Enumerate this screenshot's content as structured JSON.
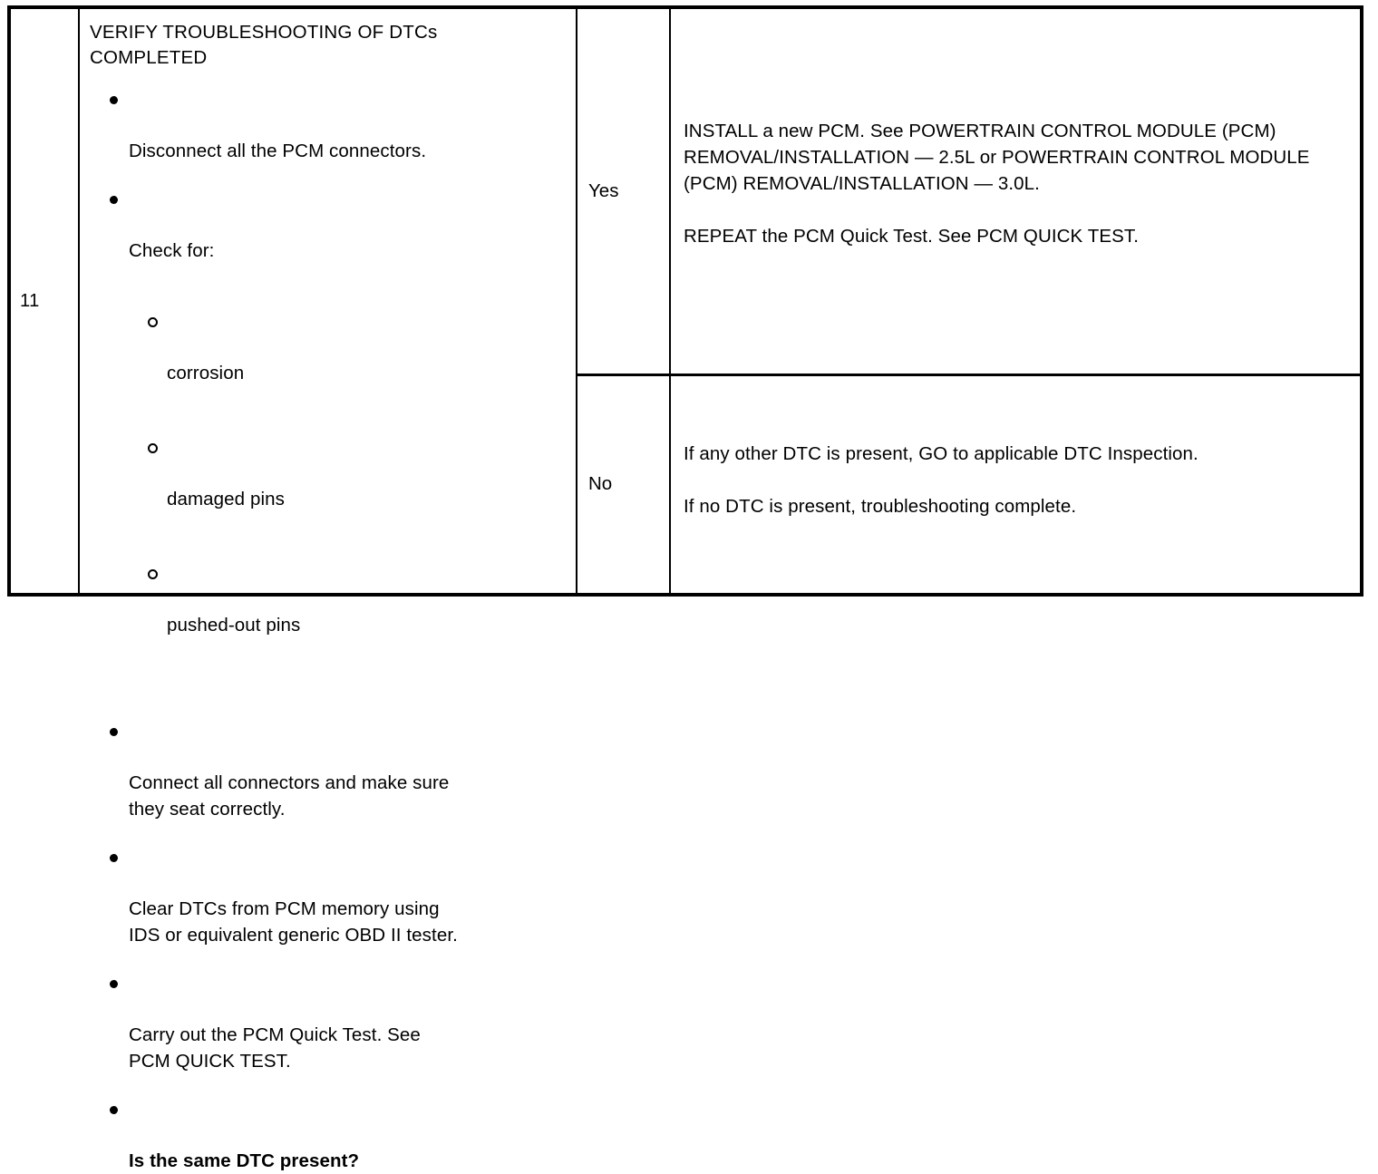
{
  "table": {
    "step_number": "11",
    "action": {
      "title": "VERIFY TROUBLESHOOTING OF DTCs\nCOMPLETED",
      "bullets": [
        {
          "text": "Disconnect all the PCM connectors.",
          "bold": false
        },
        {
          "text": "Check for:",
          "bold": false,
          "sub_items": [
            "corrosion",
            "damaged pins",
            "pushed-out pins"
          ]
        },
        {
          "text": "Connect all connectors and make sure\nthey seat correctly.",
          "bold": false
        },
        {
          "text": "Clear DTCs from PCM memory using\nIDS or equivalent generic OBD II tester.",
          "bold": false
        },
        {
          "text": "Carry out the PCM Quick Test. See\nPCM QUICK TEST.",
          "bold": false
        },
        {
          "text": "Is the same DTC present?",
          "bold": true
        }
      ]
    },
    "rows": [
      {
        "answer": "Yes",
        "paragraphs": [
          "INSTALL a new PCM. See POWERTRAIN CONTROL MODULE (PCM) REMOVAL/INSTALLATION — 2.5L or POWERTRAIN CONTROL MODULE (PCM) REMOVAL/INSTALLATION — 3.0L.",
          "REPEAT the PCM Quick Test. See PCM QUICK TEST."
        ]
      },
      {
        "answer": "No",
        "paragraphs": [
          "If any other DTC is present, GO to applicable DTC Inspection.",
          "If no DTC is present, troubleshooting complete."
        ]
      }
    ]
  }
}
